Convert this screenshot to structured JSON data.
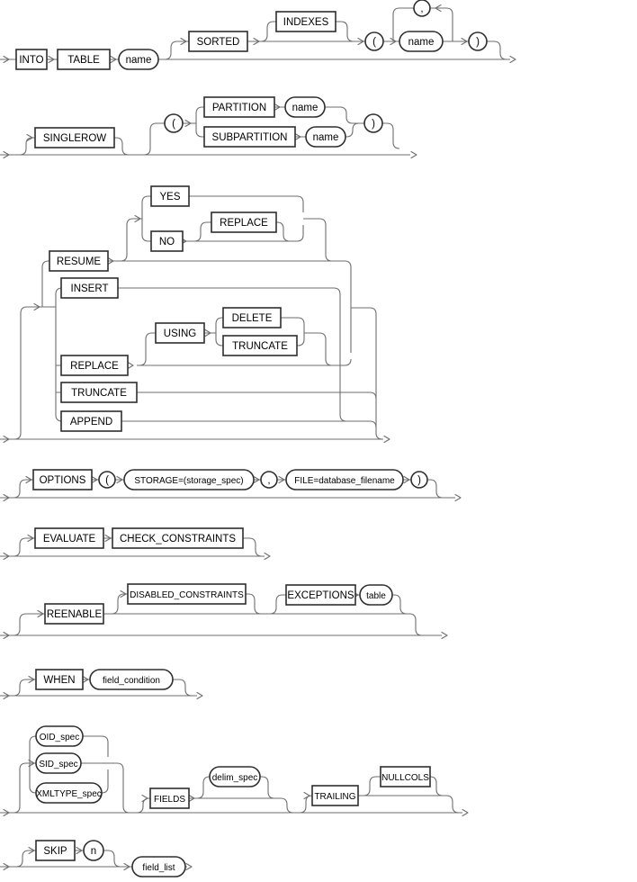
{
  "diagram": {
    "kind": "railroad-syntax-diagram",
    "description": "SQL*Loader INTO TABLE clause syntax diagram"
  },
  "colors": {
    "line": "#6e6e6e",
    "shape_border": "#2e2e2e",
    "shape_fill": "#ffffff",
    "text": "#000000",
    "background": "#ffffff"
  },
  "labels": {
    "into": "INTO",
    "table_kw": "TABLE",
    "name": "name",
    "sorted": "SORTED",
    "indexes": "INDEXES",
    "lparen": "(",
    "rparen": ")",
    "comma": ",",
    "singlerow": "SINGLEROW",
    "partition": "PARTITION",
    "subpartition": "SUBPARTITION",
    "resume": "RESUME",
    "yes": "YES",
    "no": "NO",
    "replace": "REPLACE",
    "insert": "INSERT",
    "using": "USING",
    "delete": "DELETE",
    "truncate": "TRUNCATE",
    "append": "APPEND",
    "options": "OPTIONS",
    "storage_spec": "STORAGE=(storage_spec)",
    "file_spec": "FILE=database_filename",
    "evaluate": "EVALUATE",
    "check_constraints": "CHECK_CONSTRAINTS",
    "reenable": "REENABLE",
    "disabled_constraints": "DISABLED_CONSTRAINTS",
    "exceptions": "EXCEPTIONS",
    "table_var": "table",
    "when": "WHEN",
    "field_condition": "field_condition",
    "oid_spec": "OID_spec",
    "sid_spec": "SID_spec",
    "xmltype_spec": "XMLTYPE_spec",
    "fields": "FIELDS",
    "delim_spec": "delim_spec",
    "trailing": "TRAILING",
    "nullcols": "NULLCOLS",
    "skip": "SKIP",
    "n": "n",
    "field_list": "field_list"
  }
}
